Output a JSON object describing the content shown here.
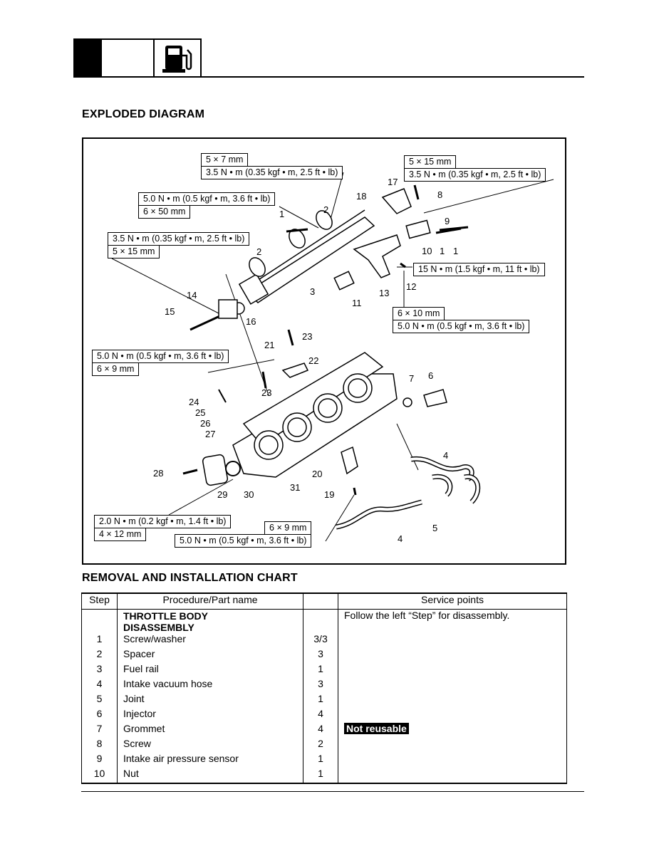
{
  "header": {
    "icon": "fuel-pump-icon"
  },
  "diagram": {
    "title": "EXPLODED DIAGRAM",
    "specs": {
      "s1": [
        "5 × 7 mm",
        "3.5 N • m (0.35 kgf • m, 2.5 ft • lb)"
      ],
      "s2": [
        "5 × 15 mm",
        "3.5 N • m (0.35 kgf • m, 2.5 ft • lb)"
      ],
      "s3": [
        "5.0 N • m (0.5 kgf • m, 3.6 ft • lb)",
        "6 × 50 mm"
      ],
      "s4": [
        "3.5 N • m (0.35 kgf • m, 2.5 ft • lb)",
        "5 × 15 mm"
      ],
      "s5": [
        "15 N • m (1.5 kgf • m, 11 ft • lb)"
      ],
      "s6": [
        "6 × 10 mm",
        "5.0 N • m (0.5 kgf • m, 3.6 ft • lb)"
      ],
      "s7": [
        "5.0 N • m (0.5 kgf • m, 3.6 ft • lb)",
        "6 × 9 mm"
      ],
      "s8": [
        "2.0 N • m (0.2 kgf • m, 1.4 ft • lb)",
        "4 × 12 mm"
      ],
      "s9": [
        "6 × 9 mm",
        "5.0 N • m (0.5 kgf • m, 3.6 ft • lb)"
      ]
    },
    "numbers": [
      "1",
      "2",
      "1",
      "2",
      "3",
      "4",
      "4",
      "5",
      "6",
      "7",
      "8",
      "9",
      "10",
      "1",
      "11",
      "12",
      "13",
      "14",
      "15",
      "16",
      "17",
      "18",
      "19",
      "20",
      "21",
      "22",
      "23",
      "23",
      "24",
      "25",
      "26",
      "27",
      "28",
      "29",
      "30",
      "31"
    ]
  },
  "chart": {
    "title": "REMOVAL AND INSTALLATION CHART",
    "headers": {
      "step": "Step",
      "name": "Procedure/Part name",
      "qty": "",
      "service": "Service points"
    },
    "heading_line1": "THROTTLE BODY",
    "heading_line2": "DISASSEMBLY",
    "heading_service": "Follow the left “Step” for disassembly.",
    "rows": [
      {
        "step": "1",
        "name": "Screw/washer",
        "qty": "3/3",
        "service": ""
      },
      {
        "step": "2",
        "name": "Spacer",
        "qty": "3",
        "service": ""
      },
      {
        "step": "3",
        "name": "Fuel rail",
        "qty": "1",
        "service": ""
      },
      {
        "step": "4",
        "name": "Intake vacuum hose",
        "qty": "3",
        "service": ""
      },
      {
        "step": "5",
        "name": "Joint",
        "qty": "1",
        "service": ""
      },
      {
        "step": "6",
        "name": "Injector",
        "qty": "4",
        "service": ""
      },
      {
        "step": "7",
        "name": "Grommet",
        "qty": "4",
        "service": "Not reusable"
      },
      {
        "step": "8",
        "name": "Screw",
        "qty": "2",
        "service": ""
      },
      {
        "step": "9",
        "name": "Intake air pressure sensor",
        "qty": "1",
        "service": ""
      },
      {
        "step": "10",
        "name": "Nut",
        "qty": "1",
        "service": ""
      }
    ]
  }
}
